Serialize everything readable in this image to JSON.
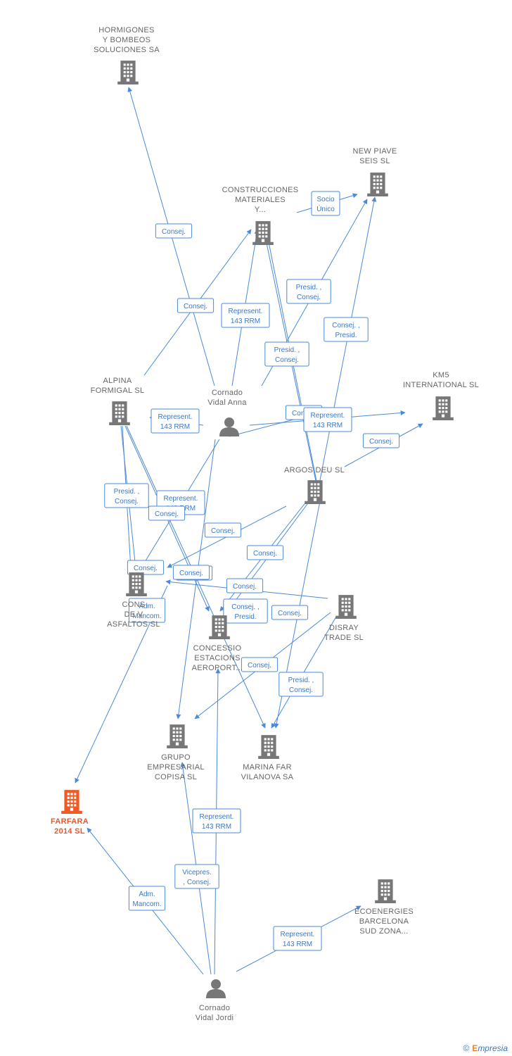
{
  "colors": {
    "edge": "#4a8ad8",
    "company": "#777777",
    "highlight": "#f15a24",
    "person": "#777777"
  },
  "footer": {
    "copyright": "©",
    "brand_initial": "E",
    "brand_rest": "mpresia"
  },
  "nodes": [
    {
      "id": "hormigones",
      "kind": "company",
      "lines": [
        "HORMIGONES",
        "Y BOMBEOS",
        "SOLUCIONES SA"
      ]
    },
    {
      "id": "newpiave",
      "kind": "company",
      "lines": [
        "NEW PIAVE",
        "SEIS SL"
      ]
    },
    {
      "id": "construcciones",
      "kind": "company",
      "lines": [
        "CONSTRUCCIONES",
        "MATERIALES",
        "Y..."
      ]
    },
    {
      "id": "alpina",
      "kind": "company",
      "lines": [
        "ALPINA",
        "FORMIGAL SL"
      ]
    },
    {
      "id": "anna",
      "kind": "person",
      "lines": [
        "Cornado",
        "Vidal Anna"
      ]
    },
    {
      "id": "km5",
      "kind": "company",
      "lines": [
        "KM5",
        "INTERNATIONAL SL"
      ]
    },
    {
      "id": "argos",
      "kind": "company",
      "lines": [
        "ARGOS DEU SL"
      ]
    },
    {
      "id": "consasf",
      "kind": "company",
      "lines": [
        "CONS",
        "DE V",
        "ASFALTOS SL"
      ]
    },
    {
      "id": "disray",
      "kind": "company",
      "lines": [
        "DISRAY",
        "TRADE SL"
      ]
    },
    {
      "id": "concessio",
      "kind": "company",
      "lines": [
        "CONCESSIO",
        "ESTACIONS",
        "AEROPORT..."
      ]
    },
    {
      "id": "grupo",
      "kind": "company",
      "lines": [
        "GRUPO",
        "EMPRESARIAL",
        "COPISA SL"
      ]
    },
    {
      "id": "marina",
      "kind": "company",
      "lines": [
        "MARINA FAR",
        "VILANOVA SA"
      ]
    },
    {
      "id": "farfara",
      "kind": "highlight",
      "lines": [
        "FARFARA",
        "2014 SL"
      ]
    },
    {
      "id": "ecoenergies",
      "kind": "company",
      "lines": [
        "ECOENERGIES",
        "BARCELONA",
        "SUD ZONA..."
      ]
    },
    {
      "id": "jordi",
      "kind": "person",
      "lines": [
        "Cornado",
        "Vidal Jordi"
      ]
    }
  ],
  "edges": [
    {
      "label": [
        "Consej."
      ]
    },
    {
      "label": [
        "Consej."
      ]
    },
    {
      "label": [
        "Represent.",
        "143 RRM"
      ]
    },
    {
      "label": [
        "Represent.",
        "143 RRM"
      ]
    },
    {
      "label": [
        "Presid. ,",
        "Consej."
      ]
    },
    {
      "label": [
        "Socio",
        "Único"
      ]
    },
    {
      "label": [
        "Consej. ,",
        "Presid."
      ]
    },
    {
      "label": [
        "Represent.",
        "143 RRM"
      ]
    },
    {
      "label": [
        "Consej."
      ]
    },
    {
      "label": [
        "Represent.",
        "143 RRM"
      ]
    },
    {
      "label": [
        "Consej."
      ]
    },
    {
      "label": [
        "Presid. ,",
        "Consej."
      ]
    },
    {
      "label": [
        "Represent.",
        "143 RRM"
      ]
    },
    {
      "label": [
        "Consej."
      ]
    },
    {
      "label": [
        "Consej."
      ]
    },
    {
      "label": [
        "Consej."
      ]
    },
    {
      "label": [
        "Consej."
      ]
    },
    {
      "label": [
        "Consej."
      ]
    },
    {
      "label": [
        "Consej."
      ]
    },
    {
      "label": [
        "Consej. ,",
        "Presid."
      ]
    },
    {
      "label": [
        "Consej."
      ]
    },
    {
      "label": [
        "Adm.",
        "Mancom."
      ]
    },
    {
      "label": [
        "Consej."
      ]
    },
    {
      "label": [
        "Presid. ,",
        "Consej."
      ]
    },
    {
      "label": [
        "Consej."
      ]
    },
    {
      "label": [
        "Presid. ,",
        "Consej."
      ]
    },
    {
      "label": [
        "Represent.",
        "143 RRM"
      ]
    },
    {
      "label": [
        "Vicepres.",
        ", Consej."
      ]
    },
    {
      "label": [
        "Adm.",
        "Mancom."
      ]
    },
    {
      "label": [
        "Represent.",
        "143 RRM"
      ]
    }
  ]
}
